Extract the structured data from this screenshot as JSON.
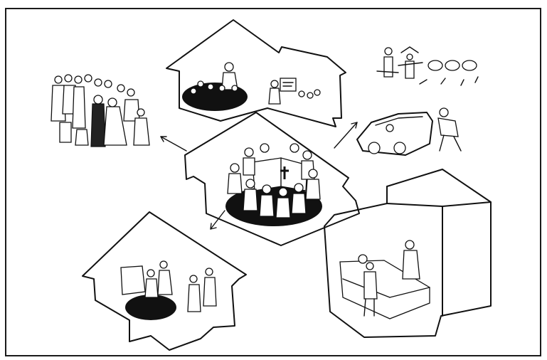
{
  "illustration": {
    "frame_color": "#1a1a1a",
    "ink_color": "#111111",
    "paper_color": "#ffffff",
    "center": {
      "icon": "cross-icon",
      "scene": "circle-gathering-around-book"
    },
    "satellites": [
      {
        "scene": "crowd-celebration",
        "icon": "crowd-icon"
      },
      {
        "scene": "house-teaching-children",
        "icon": "teacher-icon"
      },
      {
        "scene": "field-workers-and-animals",
        "icon": "farm-icon"
      },
      {
        "scene": "car-helping",
        "icon": "car-icon"
      },
      {
        "scene": "hospital-bedside-care",
        "icon": "hospital-bed-icon"
      },
      {
        "scene": "home-visit",
        "icon": "armchair-icon"
      }
    ]
  }
}
